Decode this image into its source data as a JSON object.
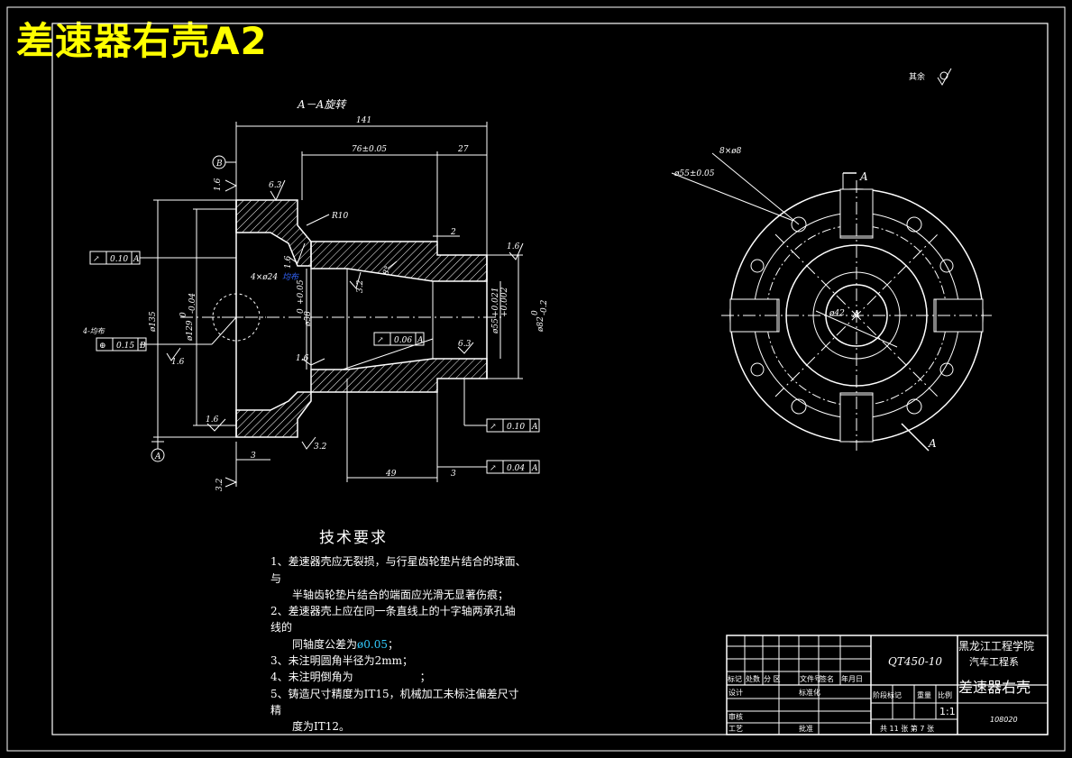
{
  "page_title": "差速器右壳A2",
  "section_label": "A－A旋转",
  "dimensions": {
    "overall_length": "141",
    "len_76": "76±0.05",
    "len_27": "27",
    "len_2_top": "2",
    "len_49": "49",
    "len_3_bottom": "3",
    "len_3_left": "3",
    "fillet": "R10",
    "dia_135": "ø135",
    "dia_129": "ø129",
    "dia_129_tol": "-0.04",
    "dia_129_tol0": "0",
    "dia_58": "ø58",
    "dia_58_tol": "+0.05",
    "dia_58_tol0": "0",
    "dia_55": "ø55",
    "dia_55_tol_u": "+0.021",
    "dia_55_tol_l": "+0.002",
    "dia_82": "ø82",
    "dia_82_tol": "-0.2",
    "dia_82_tol0": "0",
    "holes": "4×ø24",
    "holes_note": "均布",
    "angle": "8°",
    "holes_right": "8×ø8",
    "dia_55_circle": "ø55±0.05",
    "dia_42": "ø42",
    "view_mark_A": "A",
    "view_mark_A2": "A"
  },
  "roughness": {
    "r_6_3_top": "6.3",
    "r_1_6_left": "1.6",
    "r_1_6_mid": "1.6",
    "r_1_6_right": "1.6",
    "r_3_2_center": "3.2",
    "r_1_6_lower": "1.6",
    "r_6_3_lower": "6.3",
    "r_1_6_bottom": "1.6",
    "r_3_2_bottom": "3.2",
    "r_3_2_corner": "3.2",
    "r_1_6_side": "1.6",
    "other": "其余"
  },
  "tolerance_frames": {
    "ft1": {
      "sym": "↗",
      "val": "0.10",
      "datum": "A"
    },
    "ft2": {
      "sym": "⊕",
      "val": "0.15",
      "datum": "B"
    },
    "ft2_note": "4-均布",
    "ft3": {
      "sym": "↗",
      "val": "0.06",
      "datum": "A"
    },
    "ft4": {
      "sym": "↗",
      "val": "0.10",
      "datum": "A"
    },
    "ft5": {
      "sym": "↗",
      "val": "0.04",
      "datum": "A"
    }
  },
  "datums": {
    "b": "B",
    "a": "A"
  },
  "tech_requirements": {
    "title": "技术要求",
    "l1": "1、差速器壳应无裂损，与行星齿轮垫片结合的球面、",
    "l1b": "与",
    "l2": "半轴齿轮垫片结合的端面应光滑无显著伤痕；",
    "l3": "2、差速器壳上应在同一条直线上的十字轴两承孔轴",
    "l3b": "线的",
    "l4a": "同轴度公差为",
    "l4b": "ø0.05",
    "l4c": "；",
    "l5": "3、未注明圆角半径为2mm；",
    "l6a": "4、未注明倒角为",
    "l6b": "；",
    "l7": "5、铸造尺寸精度为IT15，机械加工未标注偏差尺寸",
    "l7b": "精",
    "l8": "度为IT12。"
  },
  "title_block": {
    "material": "QT450-10",
    "school": "黑龙江工程学院",
    "department": "汽车工程系",
    "part_name": "差速器右壳",
    "drawing_no": "108020",
    "scale": "1:1",
    "sheets": "共 11 张  第 7 张",
    "h_mark": "标记",
    "h_count": "处数",
    "h_zone": "分 区",
    "h_docno": "文件号",
    "h_sign": "签名",
    "h_date": "年月日",
    "design": "设计",
    "standard": "标准化",
    "stage": "阶段标记",
    "weight": "重量",
    "ratio": "比例",
    "review": "审核",
    "process": "工艺",
    "approve": "批准"
  },
  "colors": {
    "background": "#000000",
    "lines": "#ffffff",
    "title": "#ffff00",
    "accent_blue": "#3366ff",
    "accent_cyan": "#33ccff"
  }
}
